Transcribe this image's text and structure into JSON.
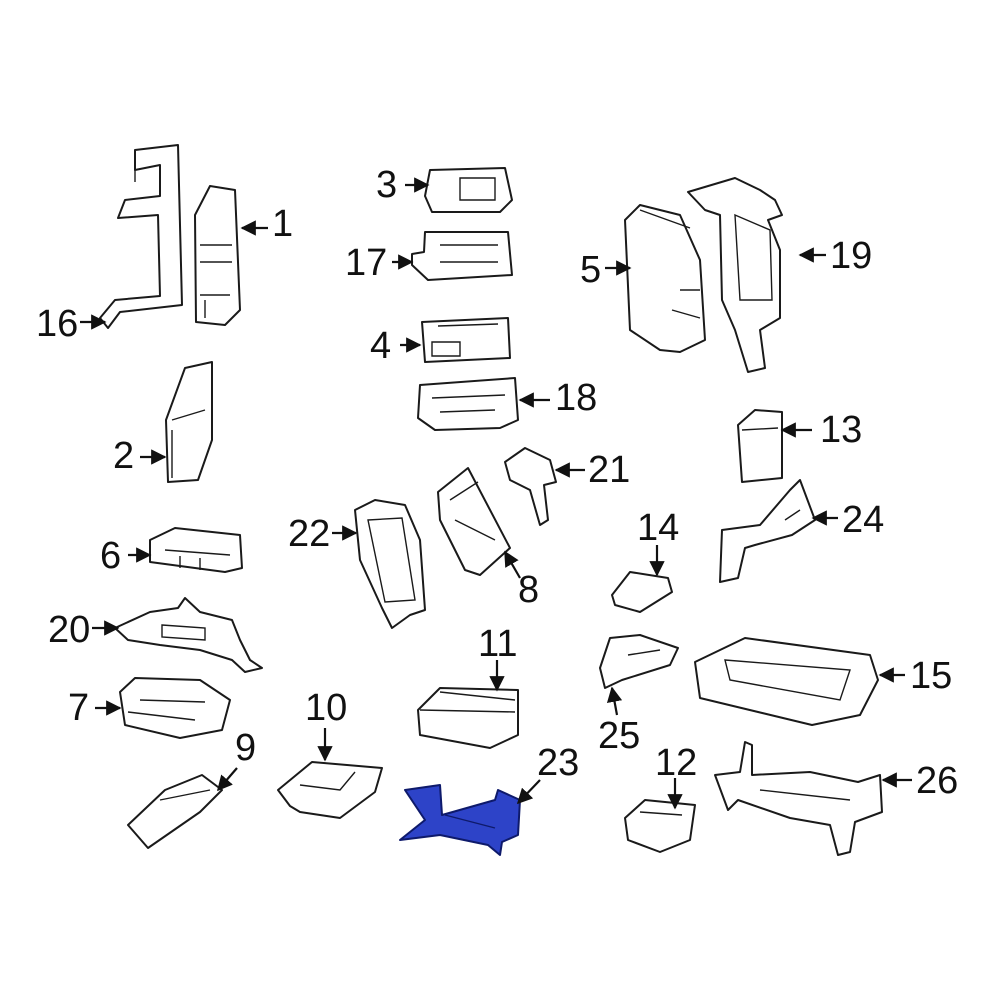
{
  "highlight_color": "#2d43c8",
  "callouts": {
    "c1": "1",
    "c2": "2",
    "c3": "3",
    "c4": "4",
    "c5": "5",
    "c6": "6",
    "c7": "7",
    "c8": "8",
    "c9": "9",
    "c10": "10",
    "c11": "11",
    "c12": "12",
    "c13": "13",
    "c14": "14",
    "c15": "15",
    "c16": "16",
    "c17": "17",
    "c18": "18",
    "c19": "19",
    "c20": "20",
    "c21": "21",
    "c22": "22",
    "c23": "23",
    "c24": "24",
    "c25": "25",
    "c26": "26"
  },
  "highlighted_part": "23"
}
